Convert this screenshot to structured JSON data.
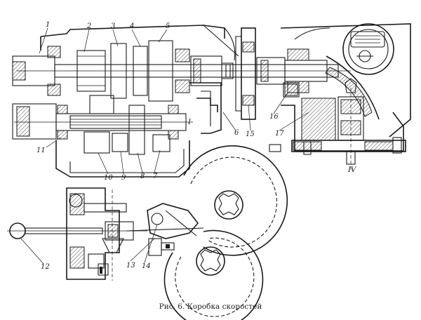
{
  "caption": "Рис. 6. Коробка скоростей",
  "callouts": {
    "c1": "1",
    "c2": "2",
    "c3": "3",
    "c4": "4",
    "c5": "5",
    "c6": "6",
    "c7": "7",
    "c8": "8",
    "c9": "9",
    "c10": "10",
    "c11": "11",
    "c12": "12",
    "c13": "13",
    "c14": "14",
    "c15": "15",
    "c16": "16",
    "c17": "17",
    "sec_i": "I",
    "sec_iv": "IV"
  }
}
